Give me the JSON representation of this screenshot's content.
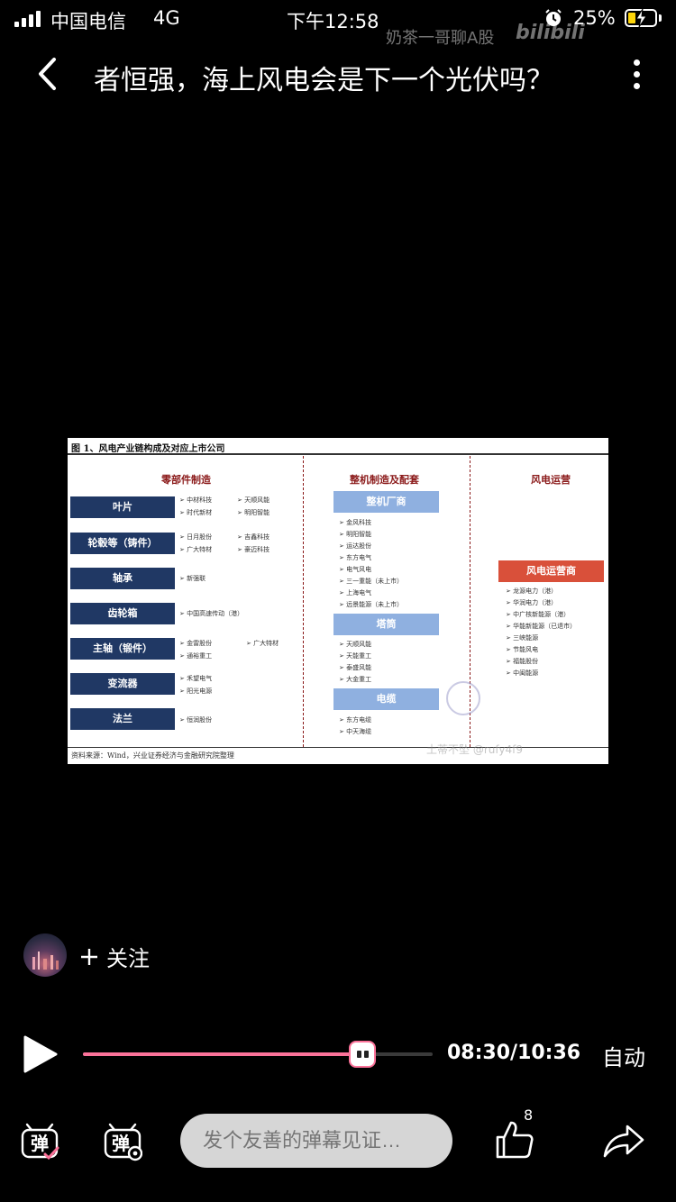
{
  "status_bar": {
    "carrier": "中国电信",
    "network": "4G",
    "time": "下午12:58",
    "battery_percent": "25%",
    "battery_color": "#ffd60a",
    "icons": [
      "signal-icon",
      "alarm-icon",
      "battery-icon"
    ]
  },
  "watermark": {
    "text": "奶茶一哥聊A股",
    "logo": "bilibili"
  },
  "header": {
    "title": "者恒强，海上风电会是下一个光伏吗？",
    "icons": [
      "back-icon",
      "more-icon"
    ]
  },
  "slide": {
    "caption": "图 1、风电产业链构成及对应上市公司",
    "sections": {
      "parts": "零部件制造",
      "assembly": "整机制造及配套",
      "operation": "风电运营"
    },
    "parts_rows": [
      {
        "label": "叶片",
        "companies": [
          "中材科技",
          "天顺风能",
          "时代新材",
          "明阳智能"
        ]
      },
      {
        "label": "轮毂等（铸件）",
        "companies": [
          "日月股份",
          "吉鑫科技",
          "广大特材",
          "豪迈科技"
        ]
      },
      {
        "label": "轴承",
        "companies": [
          "新强联"
        ]
      },
      {
        "label": "齿轮箱",
        "companies": [
          "中国高速传动（港）"
        ]
      },
      {
        "label": "主轴（锻件）",
        "companies": [
          "金雷股份",
          "广大特材",
          "通裕重工"
        ]
      },
      {
        "label": "变流器",
        "companies": [
          "禾望电气",
          "阳光电源"
        ]
      },
      {
        "label": "法兰",
        "companies": [
          "恒润股份"
        ]
      }
    ],
    "assembly_groups": [
      {
        "label": "整机厂商",
        "companies": [
          "金风科技",
          "明阳智能",
          "运达股份",
          "东方电气",
          "电气风电",
          "三一重能（未上市）",
          "上海电气",
          "远景能源（未上市）"
        ]
      },
      {
        "label": "塔筒",
        "companies": [
          "天顺风能",
          "天能重工",
          "泰盛风能",
          "大金重工"
        ]
      },
      {
        "label": "电缆",
        "companies": [
          "东方电缆",
          "中天海缆"
        ]
      }
    ],
    "operation_group": {
      "label": "风电运营商",
      "companies": [
        "龙源电力（港）",
        "华润电力（港）",
        "中广核新能源（港）",
        "华能新能源（已退市）",
        "三峡能源",
        "节能风电",
        "福能股份",
        "中闽能源"
      ]
    },
    "source": "资料来源：Wind，兴业证券经济与金融研究院整理",
    "watermark": "土蒂不坠 @rufy4f9"
  },
  "colors": {
    "nav_box": "#203864",
    "blue_box": "#8fb0e0",
    "red_box": "#d9503a",
    "section_title": "#8b1a1a",
    "progress": "#fb7299"
  },
  "follow": {
    "label": "关注",
    "icons": [
      "avatar",
      "plus-icon"
    ]
  },
  "player": {
    "current_time": "08:30",
    "total_time": "10:36",
    "time_text": "08:30/10:36",
    "progress_fraction": 0.8,
    "quality": "自动",
    "icons": [
      "play-icon",
      "progress-thumb-icon"
    ]
  },
  "bottom_bar": {
    "danmaku_toggle_label": "弹",
    "danmaku_settings_label": "弹",
    "comment_placeholder": "发个友善的弹幕见证…",
    "like_count": "8",
    "icons": [
      "danmaku-toggle-icon",
      "danmaku-settings-icon",
      "like-icon",
      "share-icon"
    ]
  }
}
